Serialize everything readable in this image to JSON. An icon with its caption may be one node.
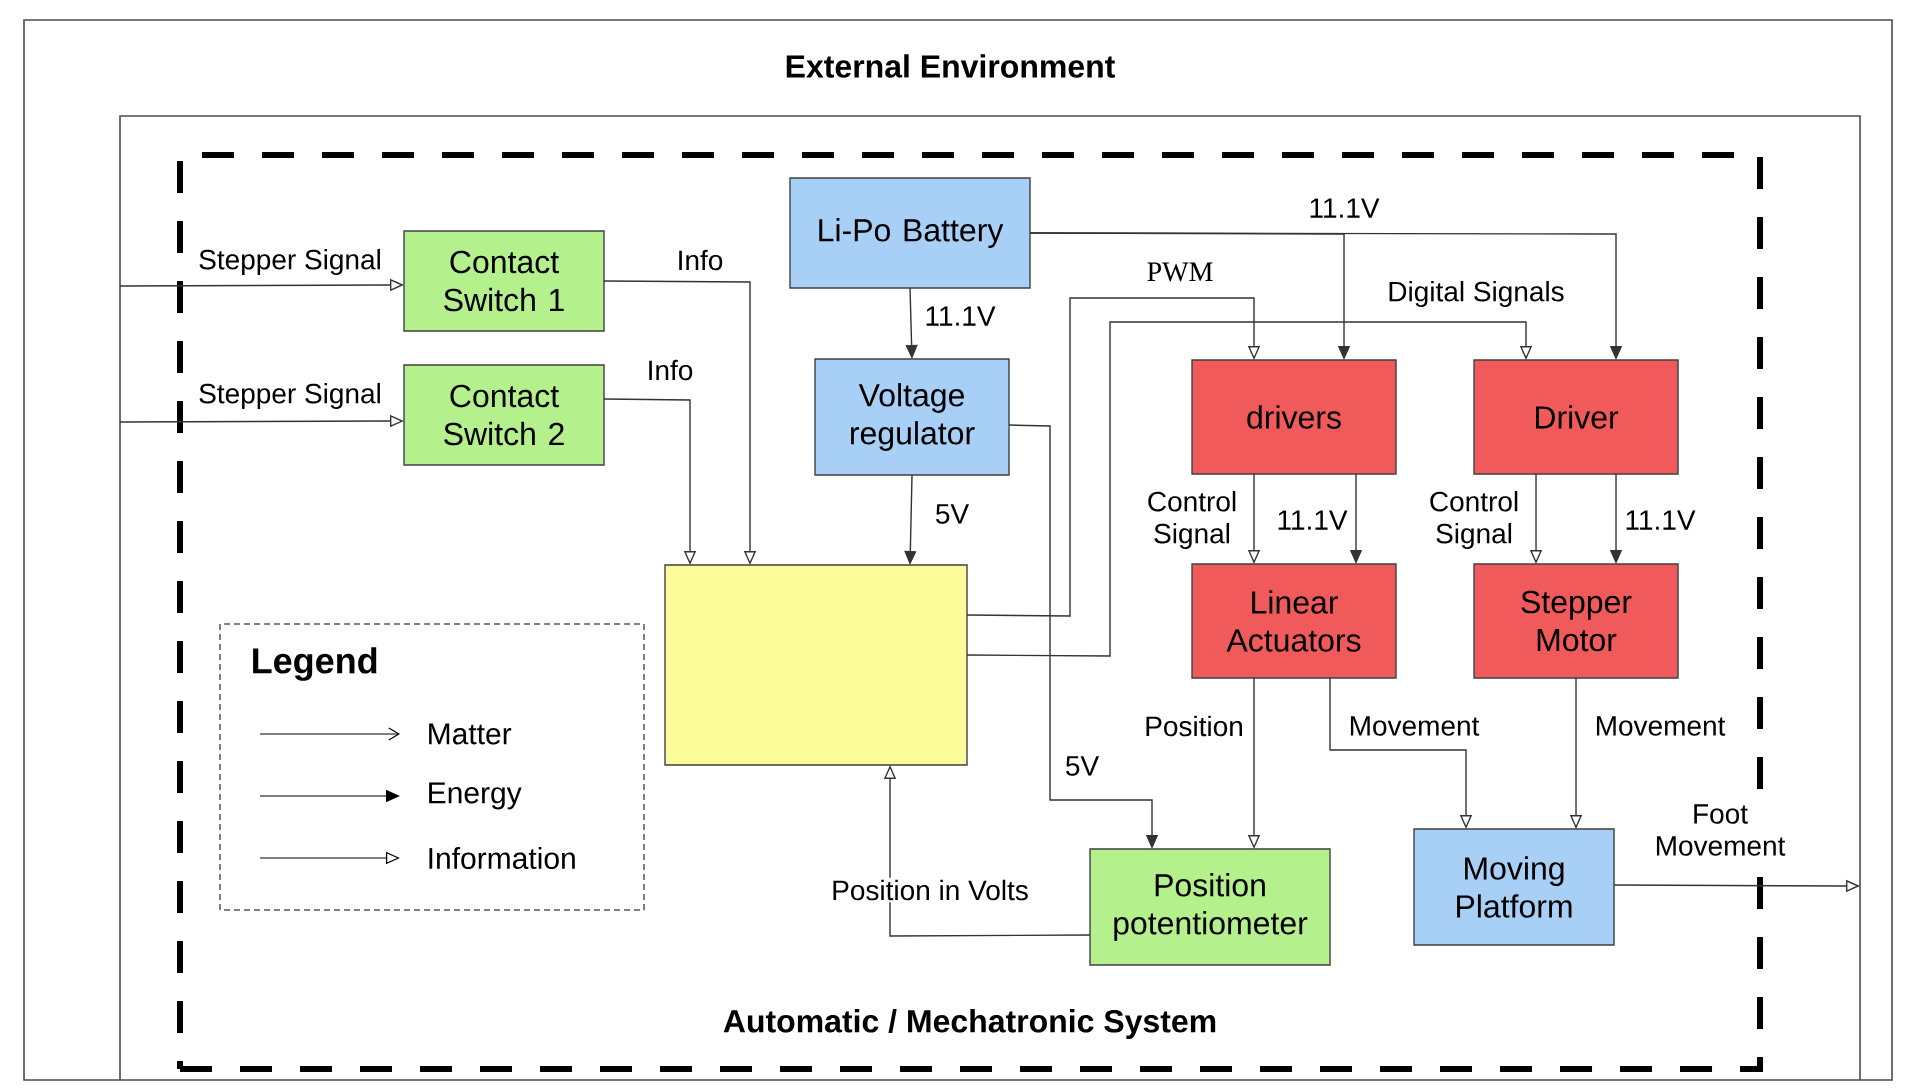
{
  "diagram": {
    "nodes": [
      {
        "text": [
          "External Environment"
        ]
      },
      {
        "text": [
          "Automatic / Mechatronic System"
        ],
        "in": 0
      },
      {
        "text": [
          "Contact Switch 1"
        ],
        "in": 1
      },
      {
        "text": [
          "Contact Switch 2"
        ],
        "in": 1
      },
      {
        "text": [
          "Li-Po Battery"
        ],
        "in": 1
      },
      {
        "text": [
          "Voltage regulator"
        ],
        "in": 1
      },
      {
        "text": [],
        "shape": "box",
        "in": 1
      },
      {
        "text": [
          "drivers"
        ],
        "in": 1
      },
      {
        "text": [
          "Driver"
        ],
        "in": 1
      },
      {
        "text": [
          "Linear Actuators"
        ],
        "in": 1
      },
      {
        "text": [
          "Stepper Motor"
        ],
        "in": 1
      },
      {
        "text": [
          "Position potentiometer"
        ],
        "in": 1
      },
      {
        "text": [
          "Moving Platform"
        ],
        "in": 1
      }
    ],
    "edges": [
      {
        "from": null,
        "to": 2,
        "arrow": "to",
        "label": "Stepper Signal"
      },
      {
        "from": null,
        "to": 3,
        "arrow": "to",
        "label": "Stepper Signal"
      },
      {
        "from": 2,
        "to": 6,
        "arrow": "to",
        "label": "Info"
      },
      {
        "from": 3,
        "to": 6,
        "arrow": "to",
        "label": "Info"
      },
      {
        "from": 4,
        "to": 5,
        "arrow": "to",
        "label": "11.1V"
      },
      {
        "from": 5,
        "to": 6,
        "arrow": "to",
        "label": "5V"
      },
      {
        "from": 4,
        "to": 7,
        "arrow": "to",
        "label": "11.1V"
      },
      {
        "from": 4,
        "to": 8,
        "arrow": "to"
      },
      {
        "from": 6,
        "to": 7,
        "arrow": "to",
        "label": "PWM"
      },
      {
        "from": 6,
        "to": 8,
        "arrow": "to",
        "label": "Digital Signals"
      },
      {
        "from": 7,
        "to": 9,
        "arrow": "to",
        "label": "Control Signal"
      },
      {
        "from": 7,
        "to": 9,
        "arrow": "to",
        "label": "11.1V"
      },
      {
        "from": 8,
        "to": 10,
        "arrow": "to",
        "label": "Control Signal"
      },
      {
        "from": 8,
        "to": 10,
        "arrow": "to",
        "label": "11.1V"
      },
      {
        "from": 5,
        "to": 11,
        "arrow": "to",
        "label": "5V"
      },
      {
        "from": 9,
        "to": 11,
        "arrow": "to",
        "label": "Position"
      },
      {
        "from": 11,
        "to": 6,
        "arrow": "to",
        "label": "Position in Volts"
      },
      {
        "from": 9,
        "to": 12,
        "arrow": "to",
        "label": "Movement"
      },
      {
        "from": 10,
        "to": 12,
        "arrow": "to",
        "label": "Movement"
      },
      {
        "from": 12,
        "to": null,
        "arrow": "to",
        "label": "Foot Movement"
      }
    ],
    "labels": [
      "Legend"
    ],
    "legend": [
      {
        "text": "Matter"
      },
      {
        "text": "Energy"
      },
      {
        "text": "Information"
      }
    ]
  }
}
